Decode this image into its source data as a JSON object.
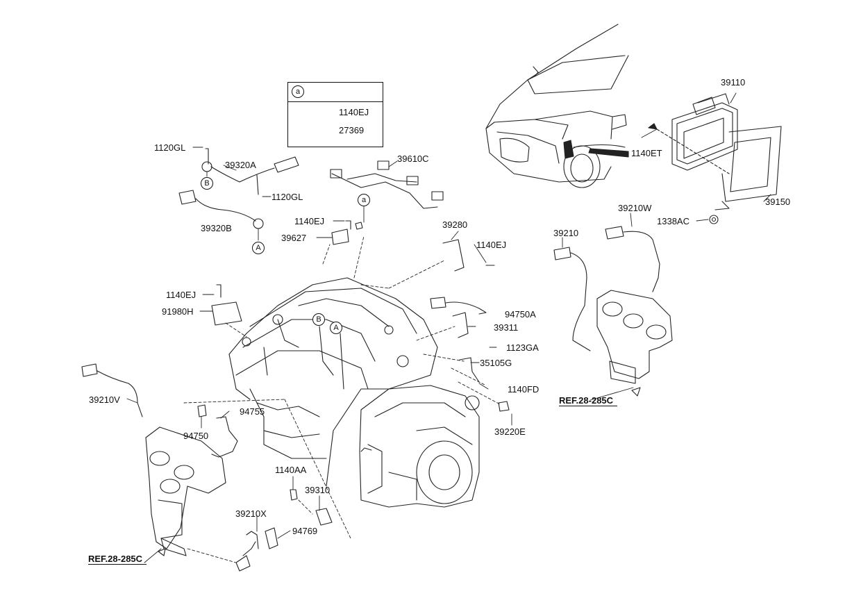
{
  "legend": {
    "marker": "a",
    "parts": [
      "1140EJ",
      "27369"
    ]
  },
  "markers": {
    "a": "a",
    "A": "A",
    "B": "B"
  },
  "labels": {
    "p1120GL_top": "1120GL",
    "p39320A": "39320A",
    "p1120GL_mid": "1120GL",
    "p39320B": "39320B",
    "p39610C": "39610C",
    "p1140EJ_sensor": "1140EJ",
    "p39627": "39627",
    "p39280": "39280",
    "p1140EJ_bracket": "1140EJ",
    "p1140EJ_left": "1140EJ",
    "p91980H": "91980H",
    "p94750A": "94750A",
    "p39311": "39311",
    "p1123GA": "1123GA",
    "p35105G": "35105G",
    "p1140FD": "1140FD",
    "p39220E": "39220E",
    "p39210V": "39210V",
    "p94755": "94755",
    "p94750": "94750",
    "p1140AA": "1140AA",
    "p39310": "39310",
    "p39210X": "39210X",
    "p94769": "94769",
    "p39110": "39110",
    "p1140ET": "1140ET",
    "p39150": "39150",
    "p1338AC": "1338AC",
    "p39210W": "39210W",
    "p39210": "39210"
  },
  "refs": {
    "left": "REF.28-285C",
    "right": "REF.28-285C"
  }
}
